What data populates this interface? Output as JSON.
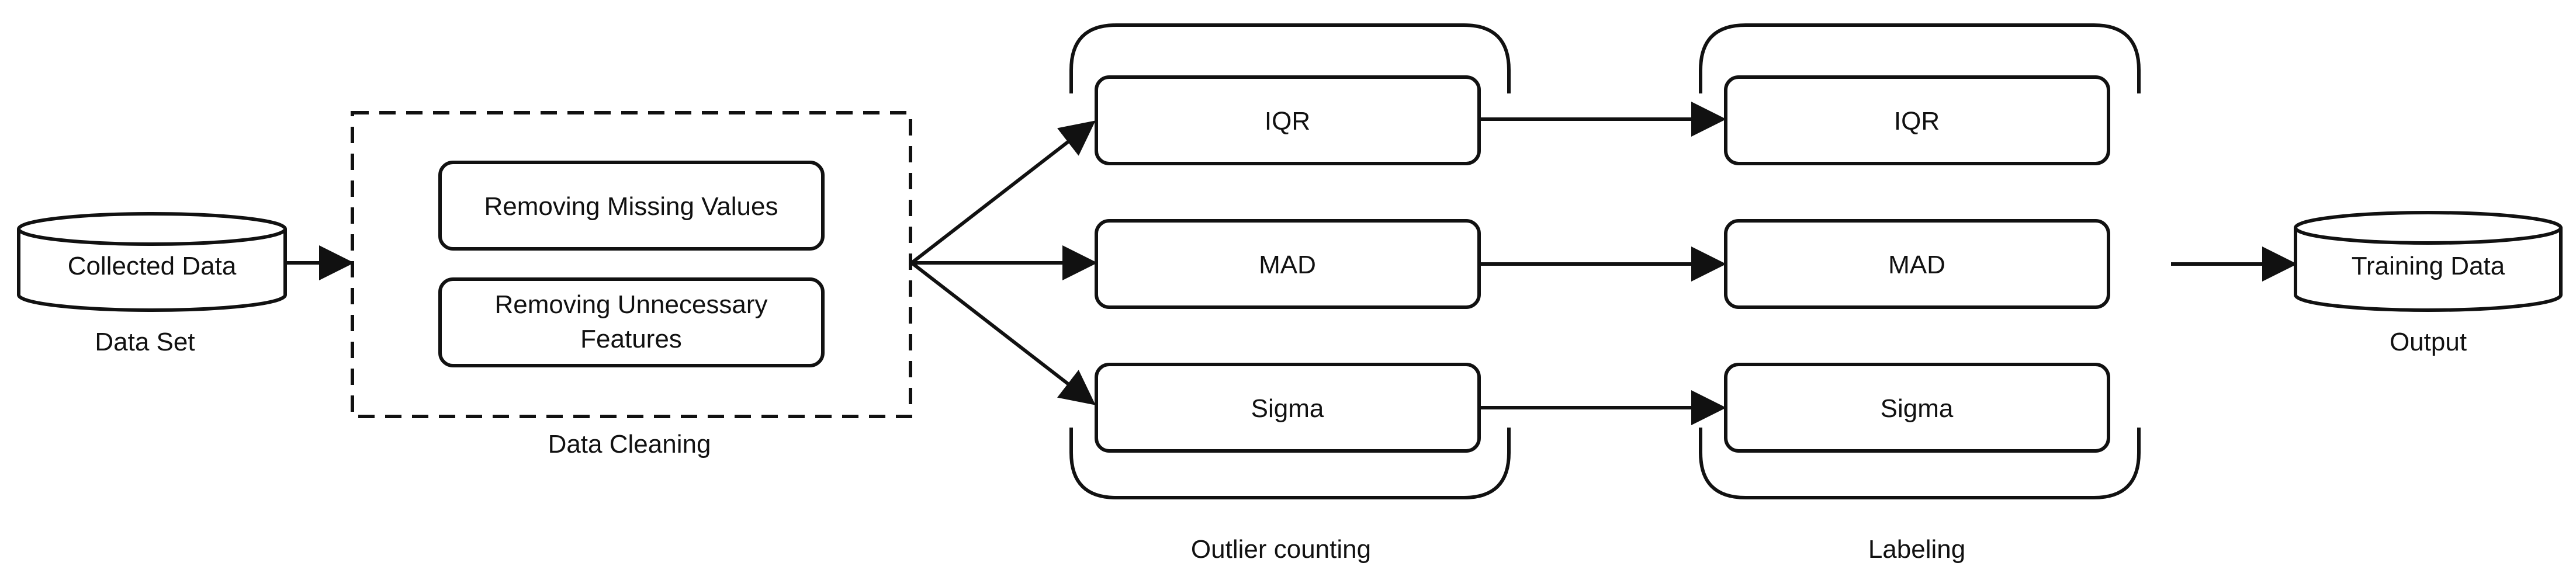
{
  "source": {
    "cylinder_text": "Collected Data",
    "caption": "Data Set"
  },
  "cleaning": {
    "caption": "Data Cleaning",
    "step1": "Removing Missing Values",
    "step2_line1": "Removing Unnecessary",
    "step2_line2": "Features"
  },
  "outlier_counting": {
    "caption": "Outlier counting",
    "methods": [
      "IQR",
      "MAD",
      "Sigma"
    ]
  },
  "labeling": {
    "caption": "Labeling",
    "methods": [
      "IQR",
      "MAD",
      "Sigma"
    ]
  },
  "output": {
    "cylinder_text": "Training Data",
    "caption": "Output"
  }
}
